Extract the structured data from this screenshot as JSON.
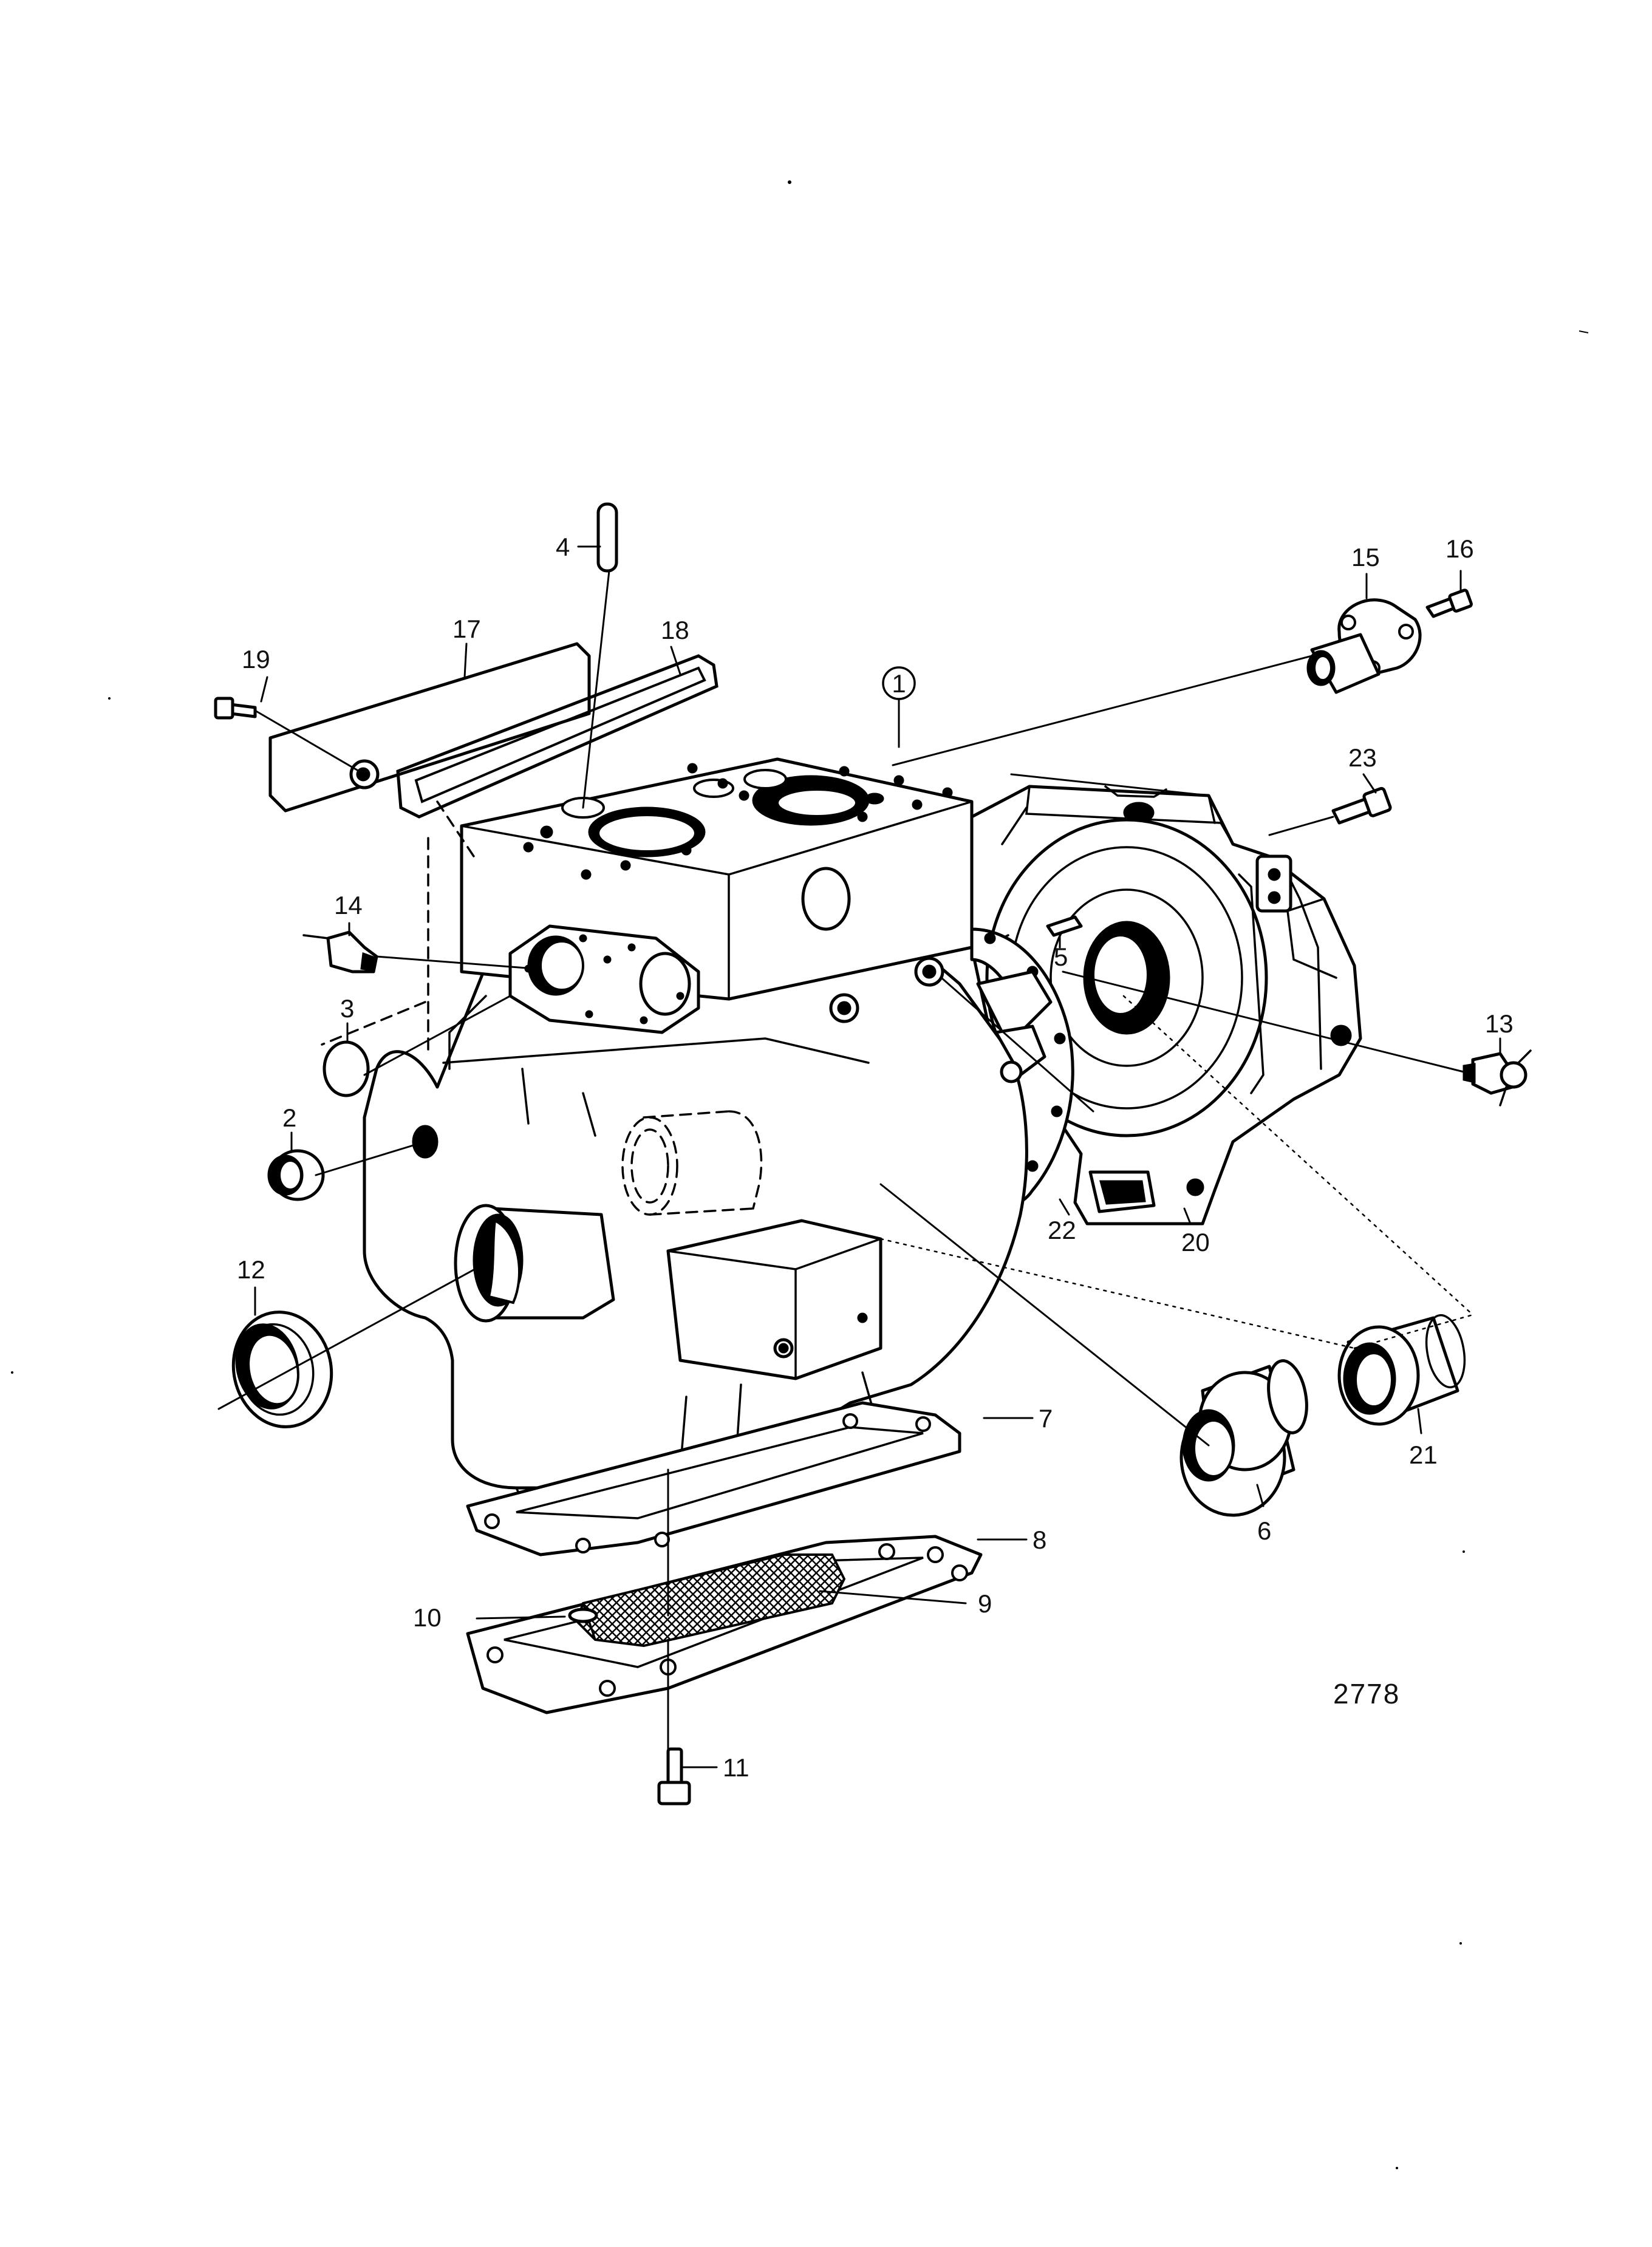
{
  "figure_number": "2778",
  "circled_callout": "1",
  "callouts": {
    "c2": "2",
    "c3": "3",
    "c4": "4",
    "c5": "5",
    "c6": "6",
    "c7": "7",
    "c8": "8",
    "c9": "9",
    "c10": "10",
    "c11": "11",
    "c12": "12",
    "c13": "13",
    "c14": "14",
    "c15": "15",
    "c16": "16",
    "c17": "17",
    "c18": "18",
    "c19": "19",
    "c20": "20",
    "c21": "21",
    "c22": "22",
    "c23": "23"
  }
}
